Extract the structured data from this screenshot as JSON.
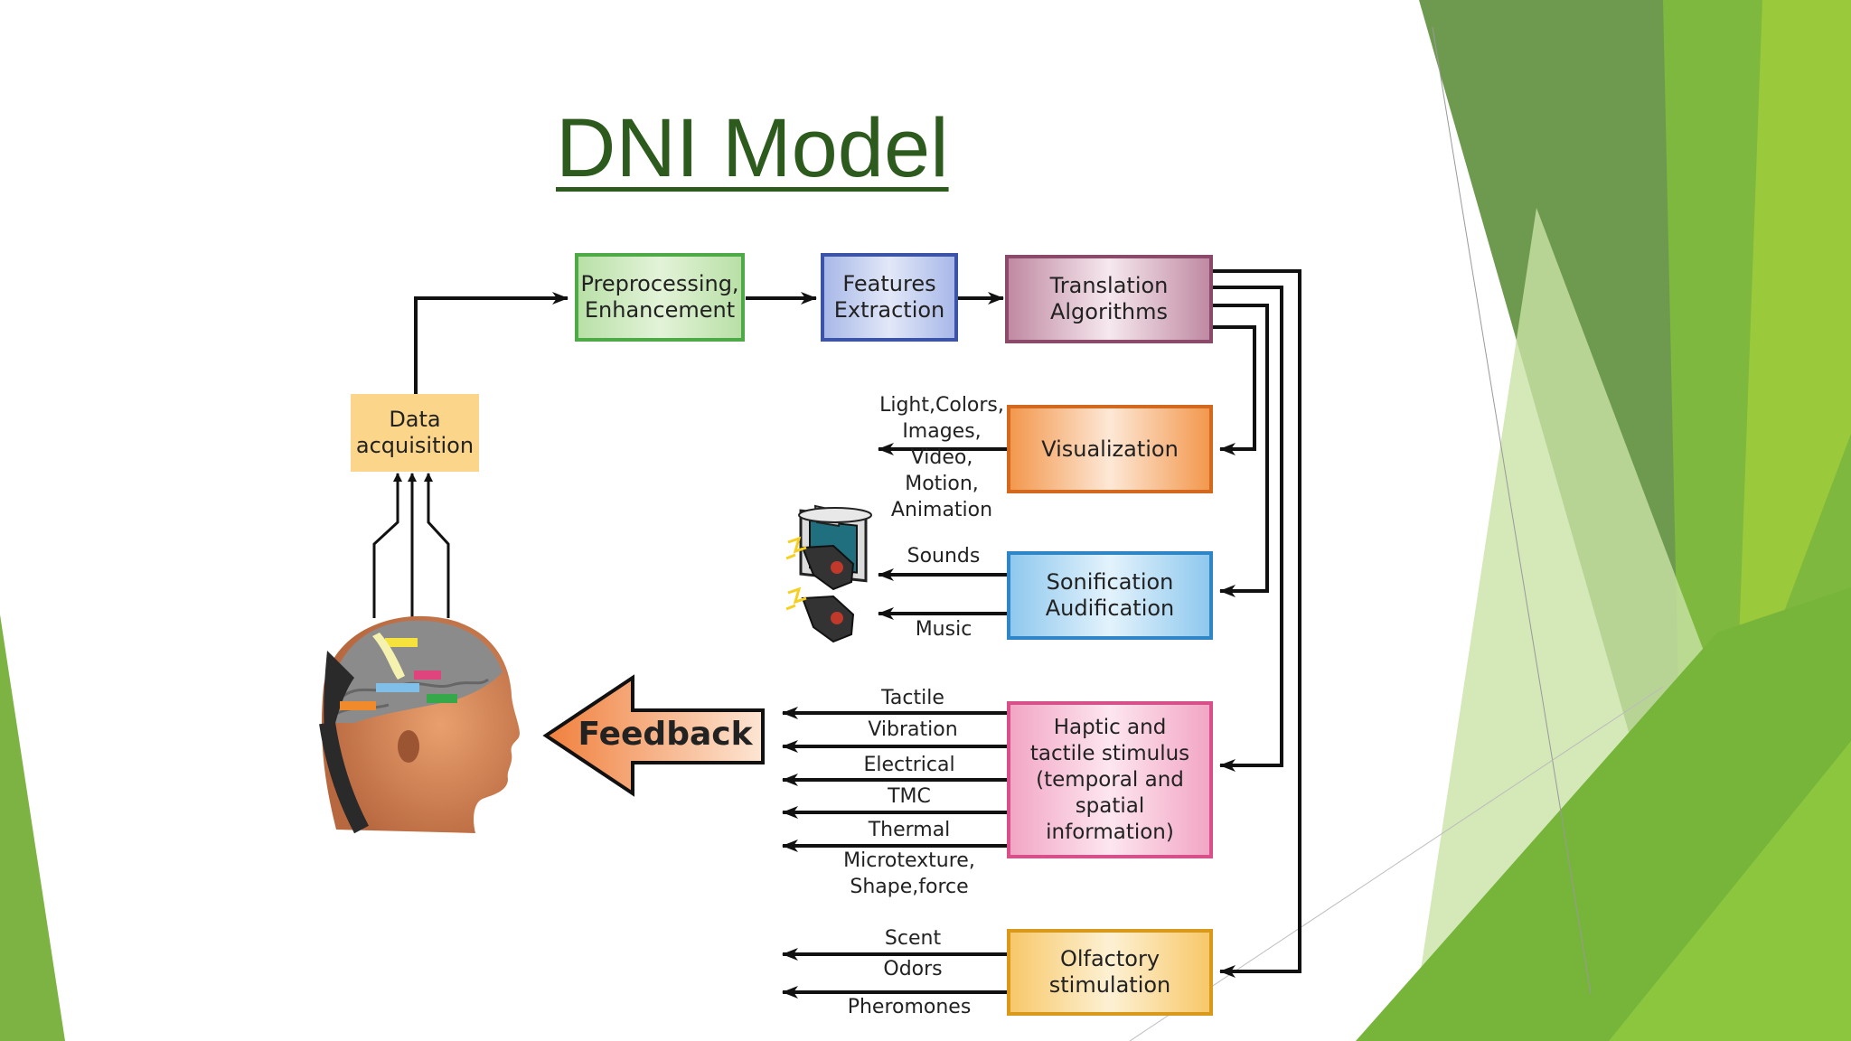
{
  "slide": {
    "title": "DNI Model"
  },
  "diagram": {
    "boxes": {
      "data_acquisition": "Data\nacquisition",
      "preprocessing": "Preprocessing,\nEnhancement",
      "features": "Features\nExtraction",
      "translation": "Translation\nAlgorithms",
      "visualization": "Visualization",
      "sonification": "Sonification\nAudification",
      "haptic": "Haptic and\ntactile stimulus\n(temporal and\nspatial information)",
      "olfactory": "Olfactory\nstimulation"
    },
    "feedback_label": "Feedback",
    "visual_outputs": "Light,Colors,\nImages,\nVideo,\nMotion,\nAnimation",
    "sound_outputs": [
      "Sounds",
      "Music"
    ],
    "haptic_outputs": [
      "Tactile",
      "Vibration",
      "Electrical",
      "TMC",
      "Thermal",
      "Microtexture,\nShape,force"
    ],
    "olfactory_outputs": [
      "Scent",
      "Odors",
      "Pheromones"
    ]
  },
  "colors": {
    "title": "#2d5b1e",
    "accent_green": "#7ab43a",
    "dark_green": "#4e8a2a"
  }
}
